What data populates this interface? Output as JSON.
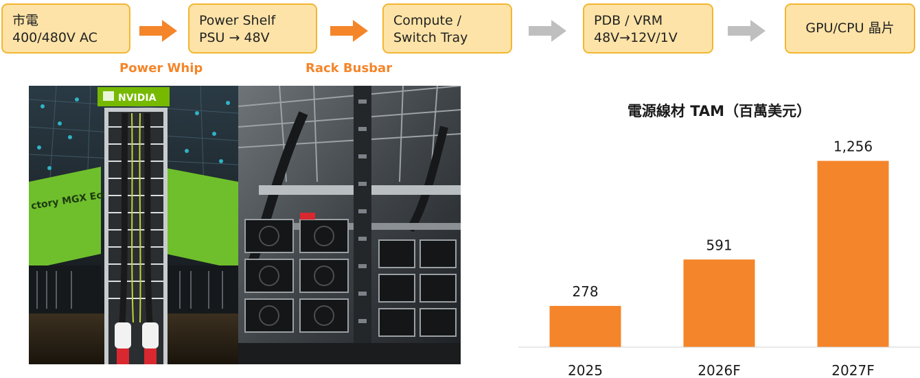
{
  "flow": {
    "steps": [
      {
        "line1": "市電",
        "line2": "400/480V AC"
      },
      {
        "line1": "Power Shelf",
        "line2": "PSU → 48V"
      },
      {
        "line1": "Compute /",
        "line2": "Switch Tray"
      },
      {
        "line1": "PDB / VRM",
        "line2": "48V→12V/1V"
      },
      {
        "line1": "GPU/CPU 晶片"
      }
    ],
    "connectors": [
      "Power Whip",
      "Rack Busbar"
    ]
  },
  "photos": {
    "banner_text": "NVIDIA",
    "wall_text": "ctory MGX Ecosyst"
  },
  "colors": {
    "accent": "#f4852a",
    "box_fill": "#fde3a7",
    "box_border": "#f2b632",
    "arrow_grey": "#bfbfbf"
  },
  "chart_data": {
    "type": "bar",
    "title": "電源線材 TAM（百萬美元）",
    "categories": [
      "2025",
      "2026F",
      "2027F"
    ],
    "values": [
      278,
      591,
      1256
    ],
    "value_labels": [
      "278",
      "591",
      "1,256"
    ],
    "ylim": [
      0,
      1300
    ],
    "grid": false,
    "legend": "none",
    "bar_color": "#f4852a"
  }
}
